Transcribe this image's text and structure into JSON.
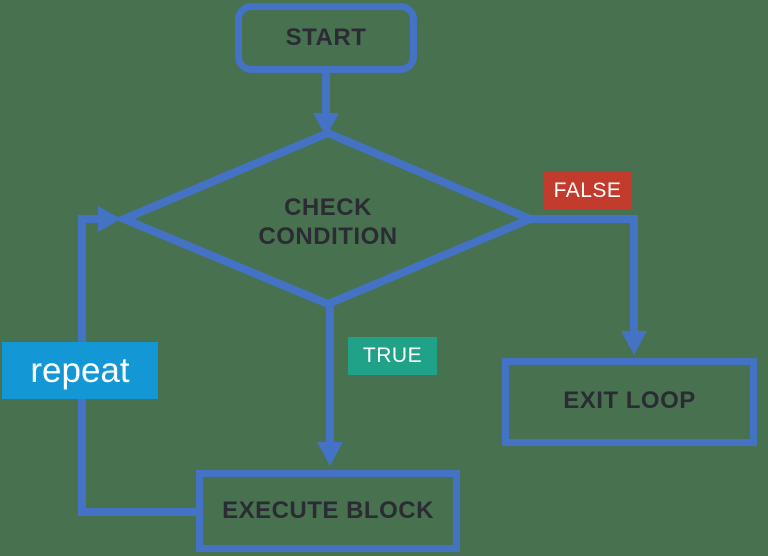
{
  "diagram": {
    "type": "flowchart",
    "topic": "loop control flow"
  },
  "colors": {
    "background": "#487150",
    "line": "#4472C4",
    "node-text": "#2B2B33",
    "label-text": "#FFFFFF",
    "false-bg": "#C23B2C",
    "true-bg": "#1FA287",
    "repeat-bg": "#1397D5"
  },
  "nodes": {
    "start": {
      "label": "START",
      "shape": "rounded-rectangle"
    },
    "condition": {
      "label": "CHECK CONDITION",
      "shape": "diamond"
    },
    "exit": {
      "label": "EXIT LOOP",
      "shape": "rectangle"
    },
    "execute": {
      "label": "EXECUTE BLOCK",
      "shape": "rectangle"
    }
  },
  "edges": {
    "start_to_condition": {
      "from": "start",
      "to": "condition"
    },
    "false_branch": {
      "label": "FALSE",
      "from": "condition",
      "to": "exit"
    },
    "true_branch": {
      "label": "TRUE",
      "from": "condition",
      "to": "execute"
    },
    "repeat_loop": {
      "label": "repeat",
      "from": "execute",
      "to": "condition"
    }
  }
}
